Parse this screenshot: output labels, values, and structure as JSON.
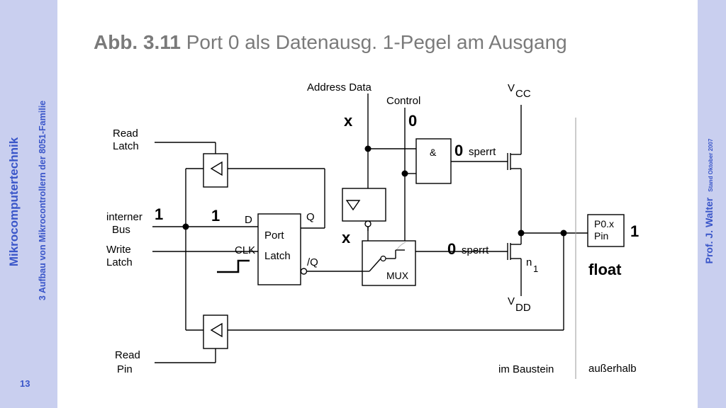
{
  "sidebar": {
    "course": "Mikrocomputertechnik",
    "chapter": "3 Aufbau von Mikrocontrollern der 8051-Familie",
    "page": "13"
  },
  "right_bar": {
    "author": "Prof. J. Walter",
    "stand": "Stand Oktober 2007"
  },
  "title": {
    "figure": "Abb. 3.11",
    "text": " Port 0 als Datenausg. 1-Pegel am Ausgang"
  },
  "diagram": {
    "read_latch": [
      "Read",
      "Latch"
    ],
    "interner_bus": [
      "interner",
      "Bus"
    ],
    "write_latch": [
      "Write",
      "Latch"
    ],
    "read_pin": [
      "Read",
      "Pin"
    ],
    "bus_value": "1",
    "d_value": "1",
    "d": "D",
    "q": "Q",
    "clk": "CLK",
    "nq": "/Q",
    "latch": [
      "Port",
      "Latch"
    ],
    "address_data": "Address Data",
    "control": "Control",
    "ad_value": "x",
    "control_value": "0",
    "and": "&",
    "mux_in_value": "x",
    "mux": "MUX",
    "and_out_value": "0",
    "sperrt_top": "sperrt",
    "mux_out_value": "0",
    "sperrt_bottom": "sperrt",
    "vcc_v": "V",
    "vcc_sub": "CC",
    "vdd_v": "V",
    "vdd_sub": "DD",
    "n": "n",
    "n_sub": "1",
    "pin": [
      "P0.x",
      "Pin"
    ],
    "pin_value": "1",
    "float": "float",
    "im_baustein": "im Baustein",
    "ausserhalb": "außerhalb"
  }
}
